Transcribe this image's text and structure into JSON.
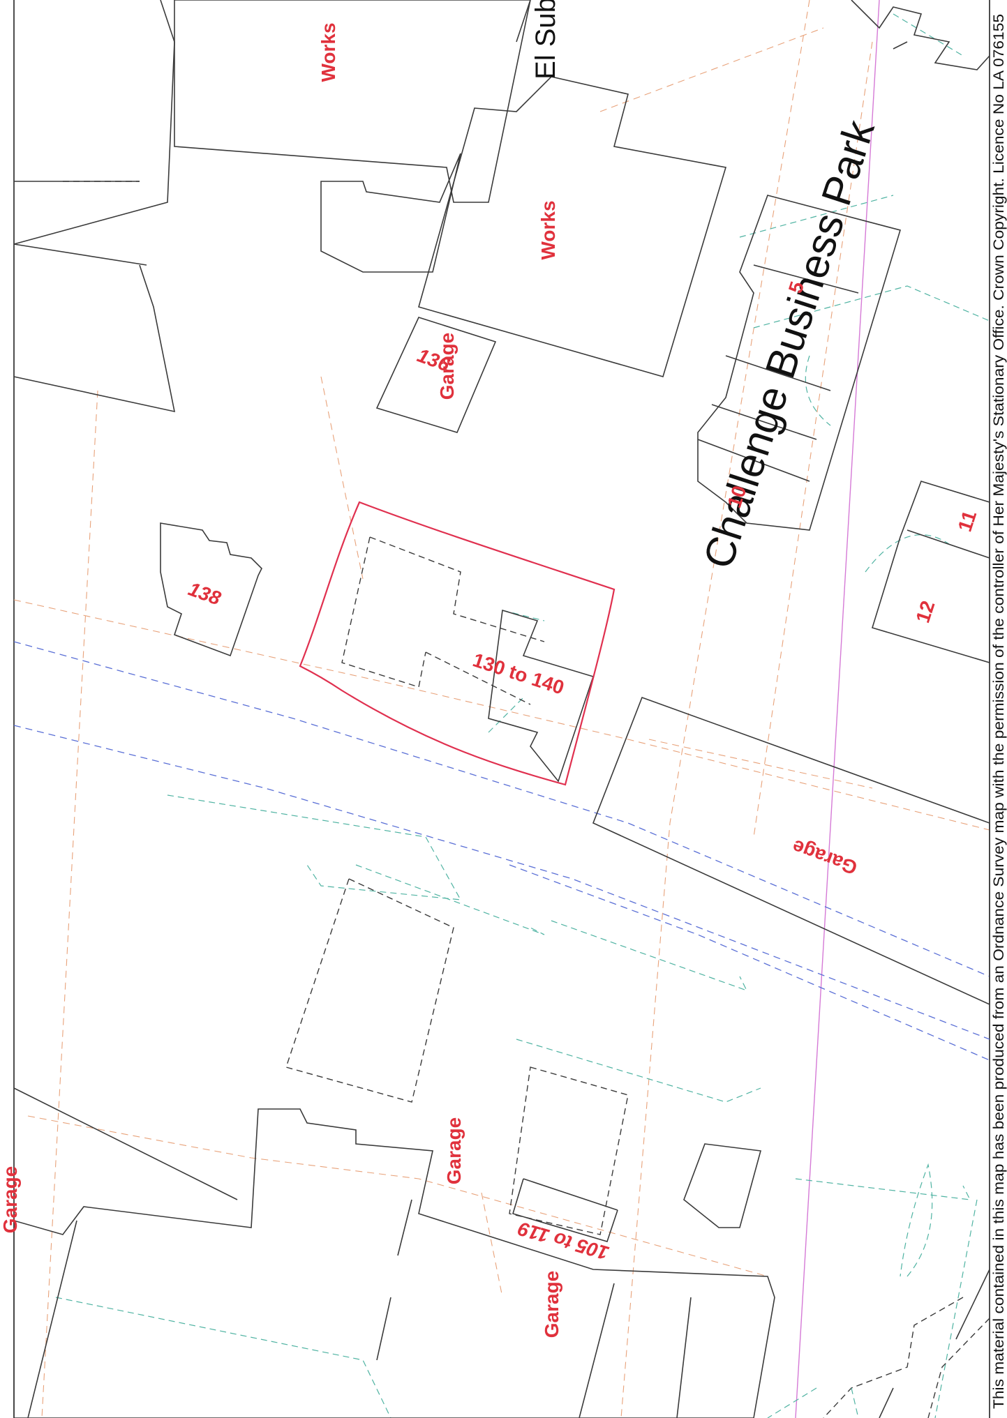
{
  "labels": {
    "works_top": "Works",
    "works_mid": "Works",
    "el_sub": "El Sub",
    "garage_136": "Garage",
    "num_136": "136",
    "num_138": "138",
    "num_130_140": "130 to 140",
    "road": "Challenge Business Park",
    "num_5": "5",
    "num_10": "10",
    "num_11": "11",
    "num_12": "12",
    "garage_right": "Garage",
    "garage_left_edge": "Garage",
    "garage_lower_mid": "Garage",
    "num_105_119": "105 to 119",
    "garage_bottom": "Garage"
  },
  "copyright": "This material contained in this map has been produced from an Ordnance Survey map with the permission of the controller of Her Majesty's Stationary Office. Crown Copyright. Licence No LA 076155",
  "colors": {
    "label_red": "#e0313c",
    "site_boundary": "#e0304f",
    "building_outline": "#3a3a3a",
    "road_edge_blue": "#5a6fd6",
    "verge_green": "#4fb3a2",
    "boundary_orange": "#e8a27a",
    "grid_magenta": "#d57ad6"
  }
}
